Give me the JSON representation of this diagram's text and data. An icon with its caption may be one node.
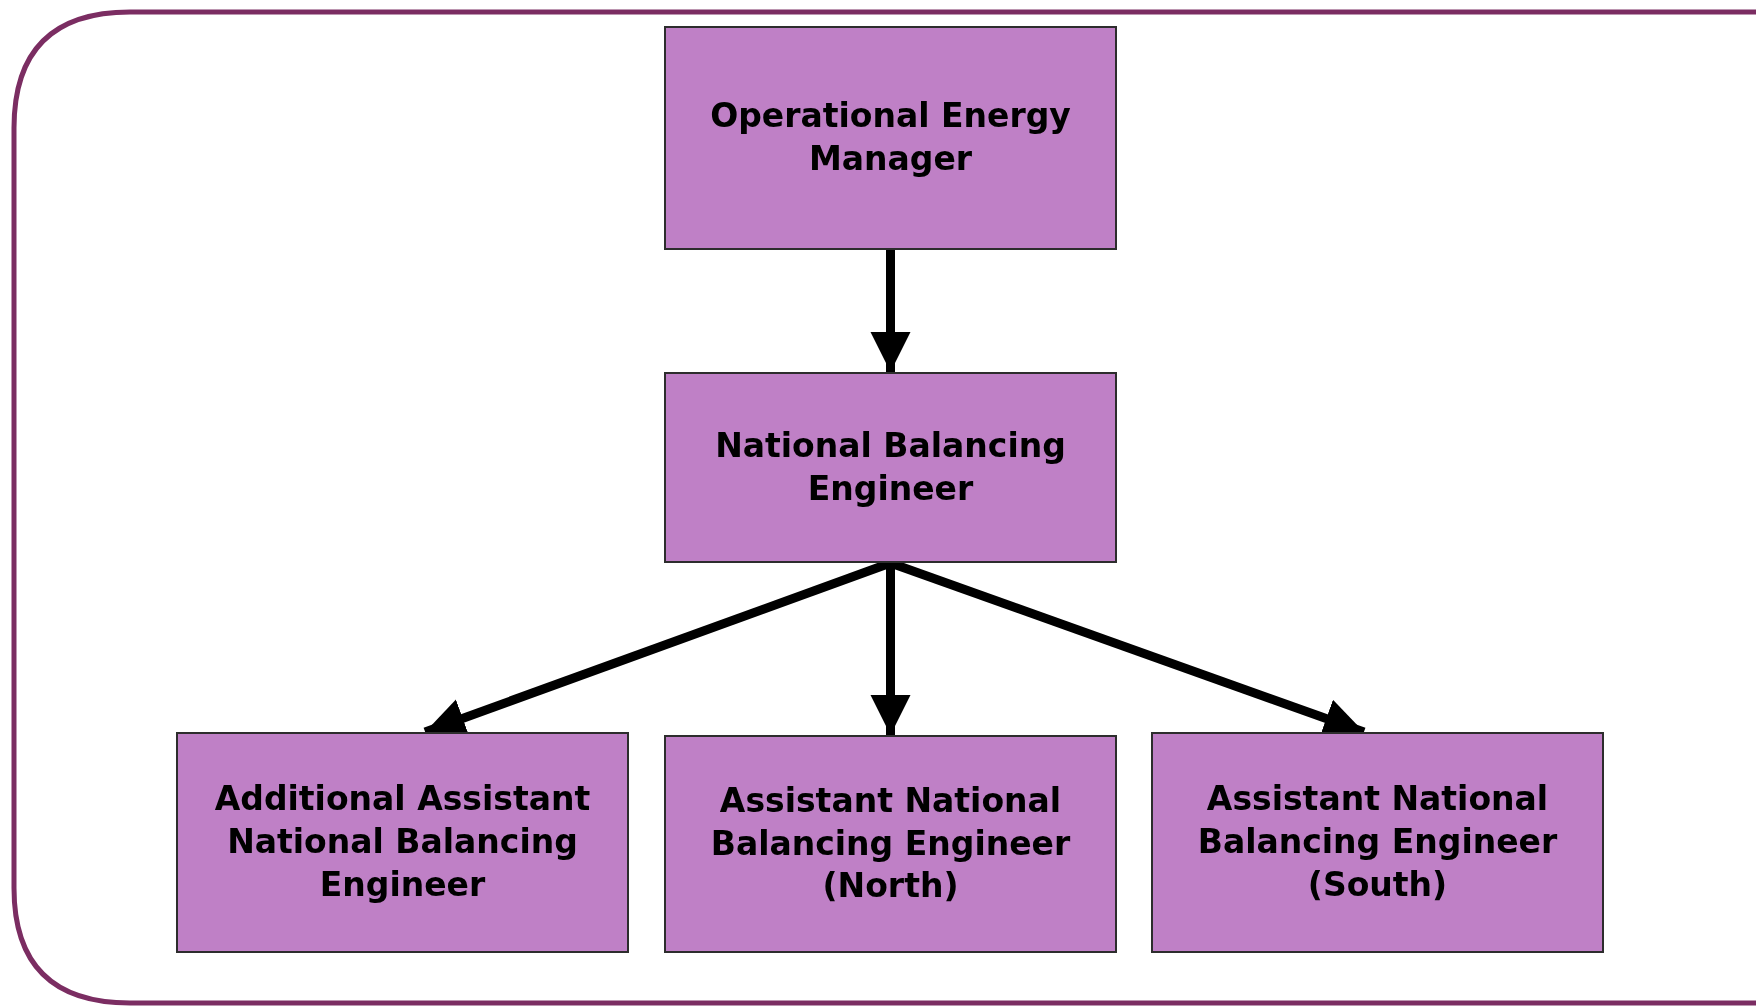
{
  "diagram": {
    "nodes": [
      {
        "text": [
          "Operational Energy Manager"
        ]
      },
      {
        "text": [
          "National Balancing Engineer"
        ]
      },
      {
        "text": [
          "Additional Assistant National Balancing Engineer"
        ]
      },
      {
        "text": [
          "Assistant National Balancing Engineer (North)"
        ]
      },
      {
        "text": [
          "Assistant National Balancing Engineer (South)"
        ]
      }
    ],
    "edges": [
      {
        "from": 0,
        "to": 1,
        "arrow": "to"
      },
      {
        "from": 1,
        "to": 2,
        "arrow": "to"
      },
      {
        "from": 1,
        "to": 3,
        "arrow": "to"
      },
      {
        "from": 1,
        "to": 4,
        "arrow": "to"
      }
    ]
  }
}
